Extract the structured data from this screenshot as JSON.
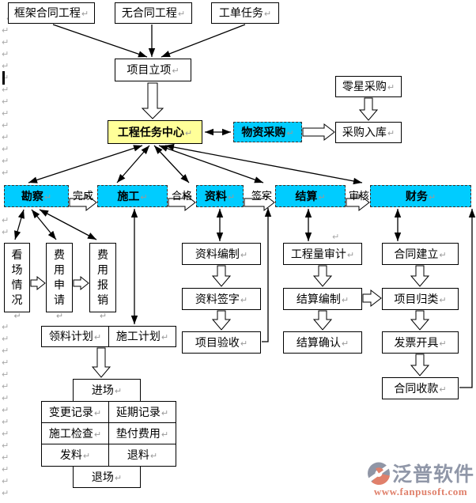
{
  "formatting_mark": "↵",
  "colors": {
    "node_cyan": "#00CCFF",
    "node_yellow": "#FFFF99",
    "logo_text": "#9097A8",
    "logo_url": "#E0806B"
  },
  "nodes": {
    "frame_contract": "框架合同工程",
    "no_contract": "无合同工程",
    "work_order": "工单任务",
    "project_initiation": "项目立项",
    "task_center": "工程任务中心",
    "material_procurement": "物资采购",
    "sporadic_procurement": "零星采购",
    "purchase_inbound": "采购入库",
    "survey": "勘察",
    "construction": "施工",
    "documents": "资料",
    "settlement": "结算",
    "finance": "财务",
    "site_visit": "看场情况",
    "expense_apply": "费用申请",
    "expense_reimburse": "费用报销",
    "material_plan": "领料计划",
    "construction_plan": "施工计划",
    "enter_site": "进场",
    "change_record": "变更记录",
    "delay_record": "延期记录",
    "construction_check": "施工检查",
    "advance_expense": "垫付费用",
    "issue_material": "发料",
    "return_material": "退料",
    "exit_site": "退场",
    "doc_compile": "资料编制",
    "doc_sign": "资料签字",
    "project_acceptance": "项目验收",
    "quantity_audit": "工程量审计",
    "settlement_compile": "结算编制",
    "settlement_confirm": "结算确认",
    "contract_create": "合同建立",
    "project_classify": "项目归类",
    "invoice_issue": "发票开具",
    "contract_collect": "合同收款"
  },
  "edge_labels": {
    "complete": "完成",
    "qualified": "合格",
    "signed": "签字",
    "audited": "审核"
  },
  "logo": {
    "name": "泛普软件",
    "url": "www.fanpusoft.com"
  }
}
